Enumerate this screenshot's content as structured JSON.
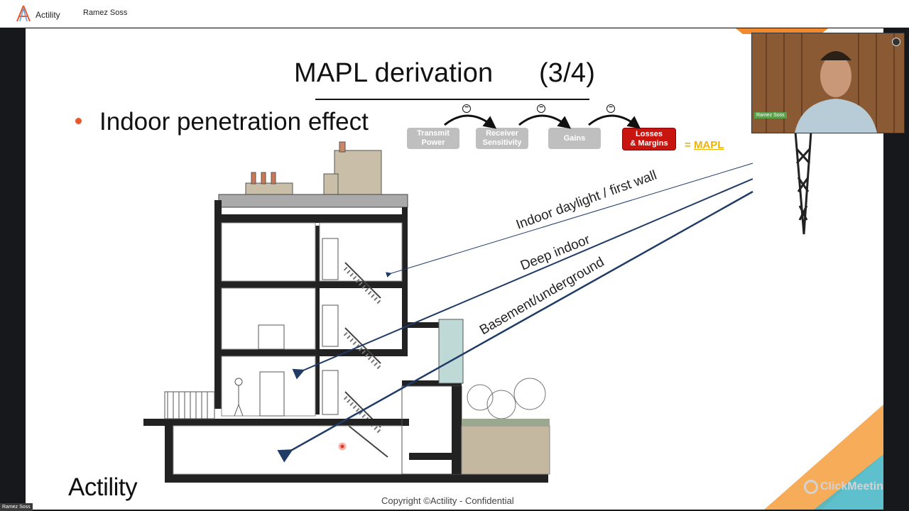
{
  "app": {
    "brand_name": "Actility",
    "presenter_name": "Ramez Soss"
  },
  "slide": {
    "title": "MAPL derivation      (3/4)",
    "bullet": "Indoor penetration effect",
    "chips": [
      {
        "line1": "Transmit",
        "line2": "Power",
        "color": "#bfbfbf"
      },
      {
        "line1": "Receiver",
        "line2": "Sensitivity",
        "color": "#bfbfbf"
      },
      {
        "line1": "Gains",
        "line2": "",
        "color": "#bfbfbf"
      },
      {
        "line1": "Losses",
        "line2": "& Margins",
        "color": "#c9150f"
      }
    ],
    "operator_symbol": "−",
    "mapl_equals": "= ",
    "mapl_word": "MAPL",
    "depth_labels": [
      "Indoor daylight / first wall",
      "Deep indoor",
      "Basement/underground"
    ],
    "logo_text": "Actility",
    "copyright": "Copyright ©Actility  - Confidential",
    "watermark": "ClickMeeting"
  },
  "webcam": {
    "name_tag": "Ramez Soss"
  },
  "corner_tag": "Ramez Soss",
  "colors": {
    "accent_orange": "#e8582c",
    "mapl_gold": "#f0b400",
    "losses_red": "#c9150f",
    "chip_grey": "#bfbfbf",
    "line_blue": "#1f3b66"
  }
}
